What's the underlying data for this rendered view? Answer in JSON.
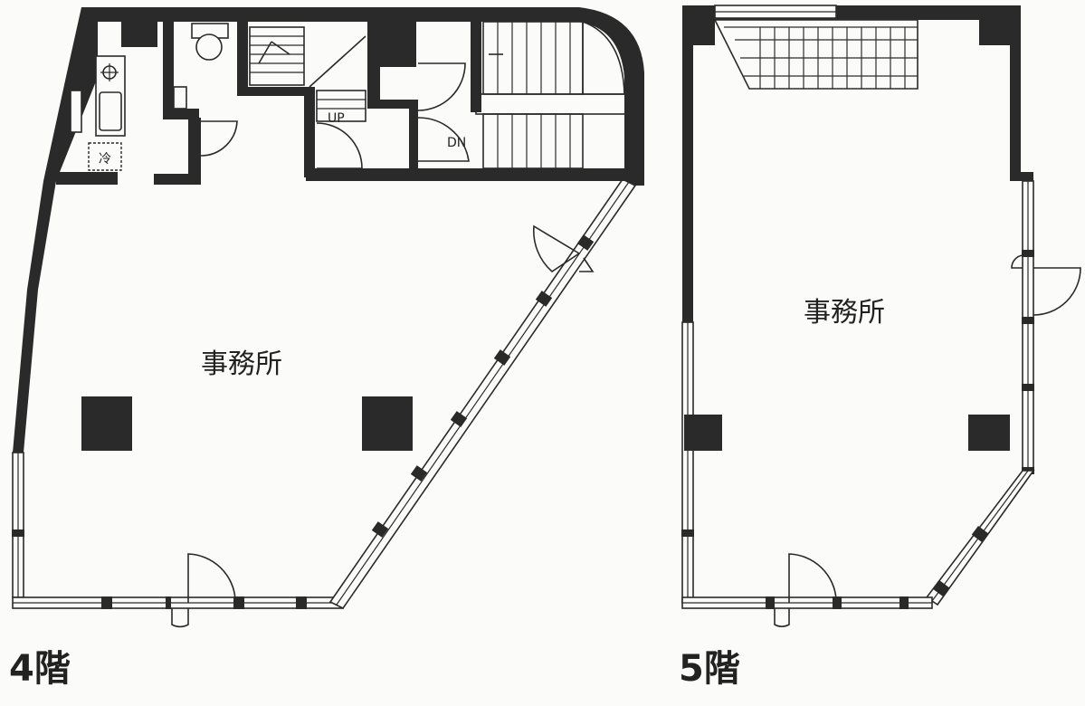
{
  "floor4": {
    "label": "4階",
    "room": "事務所",
    "stairs_up": "UP",
    "stairs_down": "DN",
    "fridge": "冷"
  },
  "floor5": {
    "label": "5階",
    "room": "事務所"
  },
  "colors": {
    "wall": "#2a2a2a",
    "paper": "#fbfbf9"
  }
}
